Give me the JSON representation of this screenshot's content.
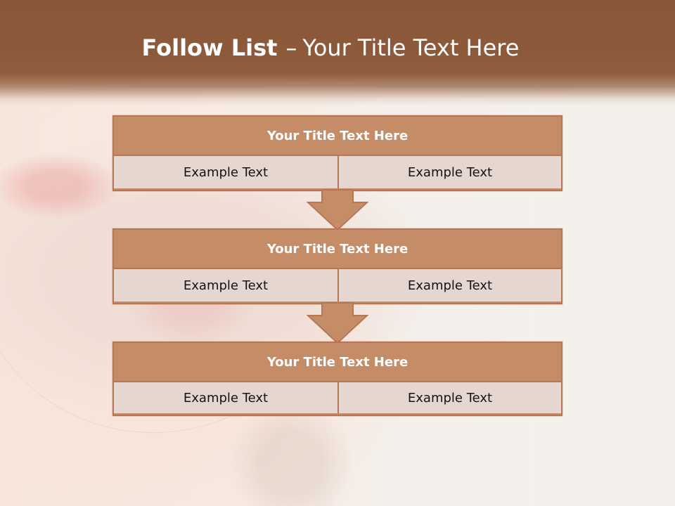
{
  "slide": {
    "title_bold": "Follow List",
    "title_separator": "–",
    "title_rest": "Your Title Text Here"
  },
  "blocks": [
    {
      "title": "Your Title Text Here",
      "left_text": "Example Text",
      "right_text": "Example Text"
    },
    {
      "title": "Your Title Text Here",
      "left_text": "Example Text",
      "right_text": "Example Text"
    },
    {
      "title": "Your Title Text Here",
      "left_text": "Example Text",
      "right_text": "Example Text"
    }
  ],
  "colors": {
    "header": "#8c593a",
    "block_fill": "#c58c68",
    "block_border": "#b77752",
    "cell_fill": "#e5d6d0",
    "title_text": "#ffffff",
    "body_text": "#141414"
  }
}
